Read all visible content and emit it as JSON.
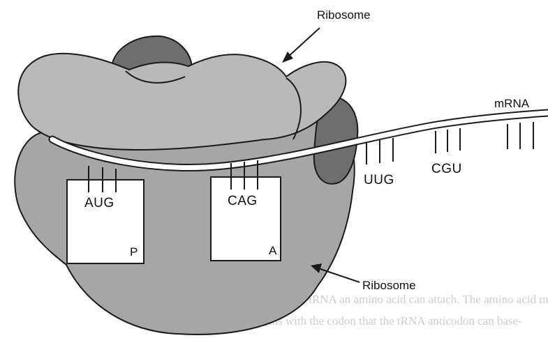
{
  "colors": {
    "small_subunit": "#a6a6a6",
    "large_subunit": "#b9b9b9",
    "dark_lobe": "#6e6e6e",
    "mrna_fill": "#ffffff",
    "outline": "#1a1a1a"
  },
  "labels": {
    "ribosome_top": "Ribosome",
    "ribosome_bottom": "Ribosome",
    "mrna": "mRNA"
  },
  "codons": {
    "p_site": "AUG",
    "a_site": "CAG",
    "free_1": "UUG",
    "free_2": "CGU"
  },
  "sites": {
    "p": "P",
    "a": "A"
  },
  "bleed_through": {
    "line_1": "ich end of the tRNA an amino acid can attach. The amino acid m",
    "line_2": "orresponds with the codon that the tRNA anticodon can base-"
  }
}
